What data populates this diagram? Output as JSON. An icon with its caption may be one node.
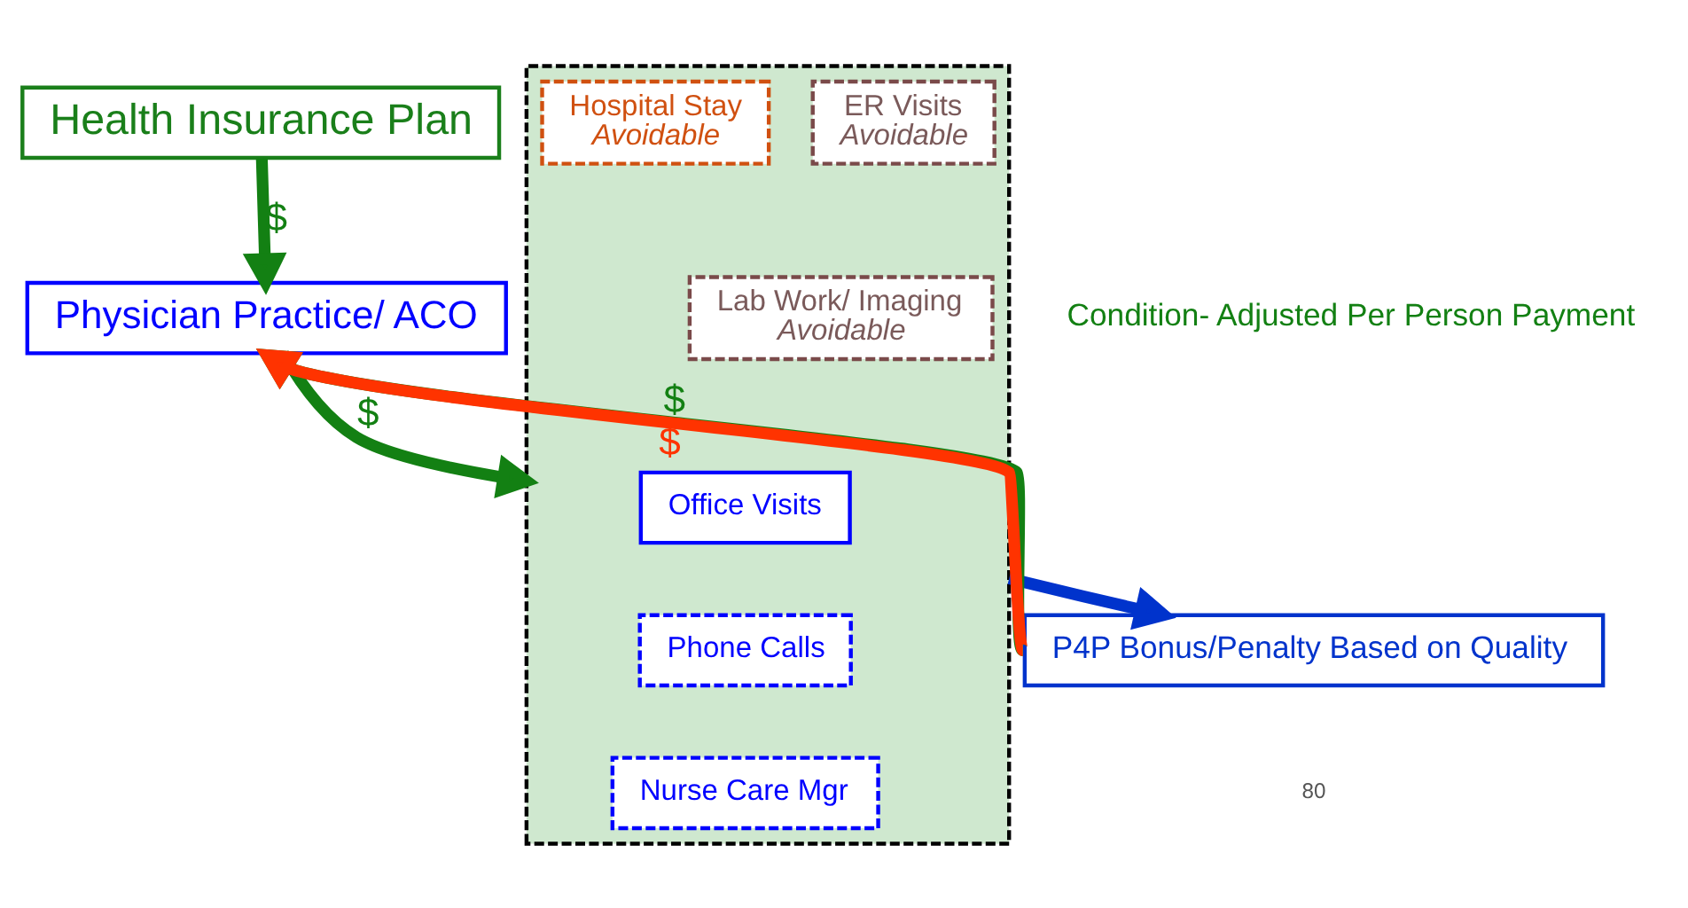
{
  "diagram": {
    "nodes": [
      {
        "text": [
          "Health Insurance Plan"
        ]
      },
      {
        "text": [
          "Physician Practice/ ACO"
        ]
      },
      {
        "text": [],
        "shape": "box"
      },
      {
        "text": [
          "Office Visits"
        ],
        "in": 2
      },
      {
        "text": [
          "Phone Calls"
        ],
        "in": 2
      },
      {
        "text": [
          "Nurse Care Mgr"
        ],
        "in": 2
      },
      {
        "text": [
          "ER Visits",
          "Avoidable"
        ],
        "in": 2
      },
      {
        "text": [
          "Lab Work/ Imaging",
          "Avoidable"
        ],
        "in": 2
      },
      {
        "text": [
          "Hospital Stay",
          "Avoidable"
        ],
        "in": 2
      },
      {
        "text": [
          "P4P Bonus/Penalty Based on Quality"
        ]
      }
    ],
    "edges": [
      {
        "from": 0,
        "to": 1,
        "arrow": "to",
        "label": "$"
      },
      {
        "from": 1,
        "to": 2,
        "arrow": "to",
        "label": "$"
      },
      {
        "from": 2,
        "to": 9,
        "arrow": "to",
        "color": "#0033cc"
      },
      {
        "from": 9,
        "to": 1,
        "arrow": "to",
        "label": "$"
      },
      {
        "from": 9,
        "to": 1,
        "arrow": "to",
        "label": "$",
        "color": "#ff3300"
      }
    ],
    "labels": [
      "Condition- Adjusted Per Person Payment",
      "80"
    ]
  }
}
